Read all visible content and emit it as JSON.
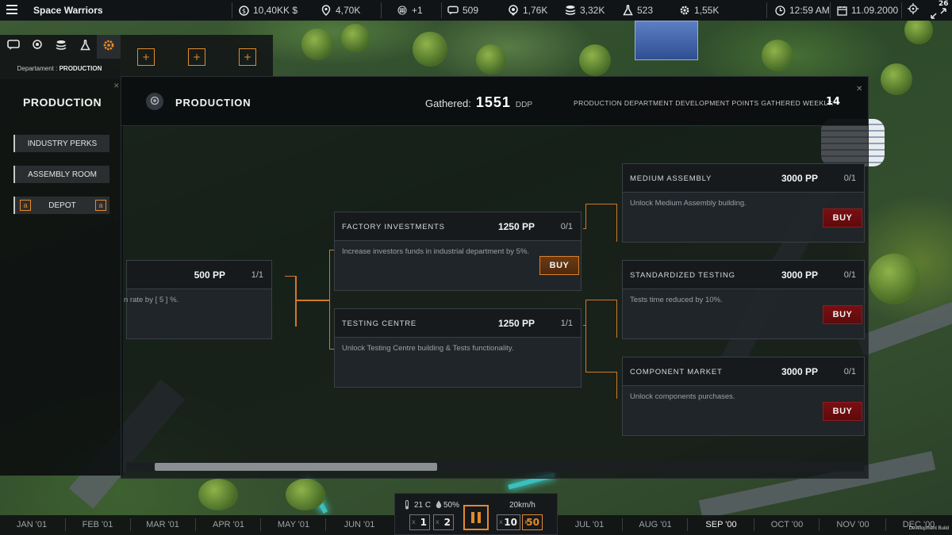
{
  "topbar": {
    "title": "Space Warriors",
    "stats": [
      {
        "icon": "coin-icon",
        "value": "10,40KK $"
      },
      {
        "icon": "map-pin-icon",
        "value": "4,70K"
      },
      {
        "icon": "people-icon",
        "value": "+1"
      },
      {
        "icon": "chat-icon",
        "value": "509"
      },
      {
        "icon": "location-icon",
        "value": "1,76K"
      },
      {
        "icon": "database-icon",
        "value": "3,32K"
      },
      {
        "icon": "flask-icon",
        "value": "523"
      },
      {
        "icon": "gear-icon",
        "value": "1,55K"
      }
    ],
    "time": "12:59 AM",
    "date": "11.09.2000",
    "corner_count": "26"
  },
  "department": {
    "label": "Departament :",
    "name": "PRODUCTION"
  },
  "left_panel": {
    "title": "PRODUCTION",
    "buttons": [
      "INDUSTRY PERKS",
      "ASSEMBLY ROOM",
      "DEPOT"
    ]
  },
  "main_panel": {
    "title": "PRODUCTION",
    "gathered_label": "Gathered:",
    "gathered_value": "1551",
    "gathered_unit": "DDP",
    "weekly_label": "PRODUCTION DEPARTMENT DEVELOPMENT POINTS GATHERED WEEKLY:",
    "weekly_value": "14"
  },
  "perks": {
    "root": {
      "name": "",
      "cost": "500 PP",
      "count": "1/1",
      "desc": "n rate by [ 5 ] %."
    },
    "factory": {
      "name": "FACTORY INVESTMENTS",
      "cost": "1250 PP",
      "count": "0/1",
      "desc": "Increase investors funds in industrial department by 5%.",
      "buy": "BUY"
    },
    "testing": {
      "name": "TESTING CENTRE",
      "cost": "1250 PP",
      "count": "1/1",
      "desc": "Unlock Testing Centre building & Tests functionality."
    },
    "medium": {
      "name": "MEDIUM ASSEMBLY",
      "cost": "3000 PP",
      "count": "0/1",
      "desc": "Unlock Medium Assembly building.",
      "buy": "BUY"
    },
    "standard": {
      "name": "STANDARDIZED TESTING",
      "cost": "3000 PP",
      "count": "0/1",
      "desc": "Tests time reduced by 10%.",
      "buy": "BUY"
    },
    "component": {
      "name": "COMPONENT MARKET",
      "cost": "3000 PP",
      "count": "0/1",
      "desc": "Unlock components purchases.",
      "buy": "BUY"
    }
  },
  "timeline": {
    "months": [
      "JAN '01",
      "FEB '01",
      "MAR '01",
      "APR '01",
      "MAY '01",
      "JUN '01",
      "JUL '01",
      "AUG '01",
      "SEP '00",
      "OCT '00",
      "NOV '00",
      "DEC '00"
    ],
    "active": "SEP '00"
  },
  "speed": {
    "temp": "21 C",
    "humidity": "50%",
    "wind": "20km/h",
    "speeds": [
      "1",
      "2",
      "10",
      "50"
    ],
    "speed_prefix": "x"
  },
  "footer": {
    "build": "Development Build"
  },
  "colors": {
    "accent": "#e58a2a",
    "buy_red": "#7a0f12",
    "panel": "#16191c"
  }
}
